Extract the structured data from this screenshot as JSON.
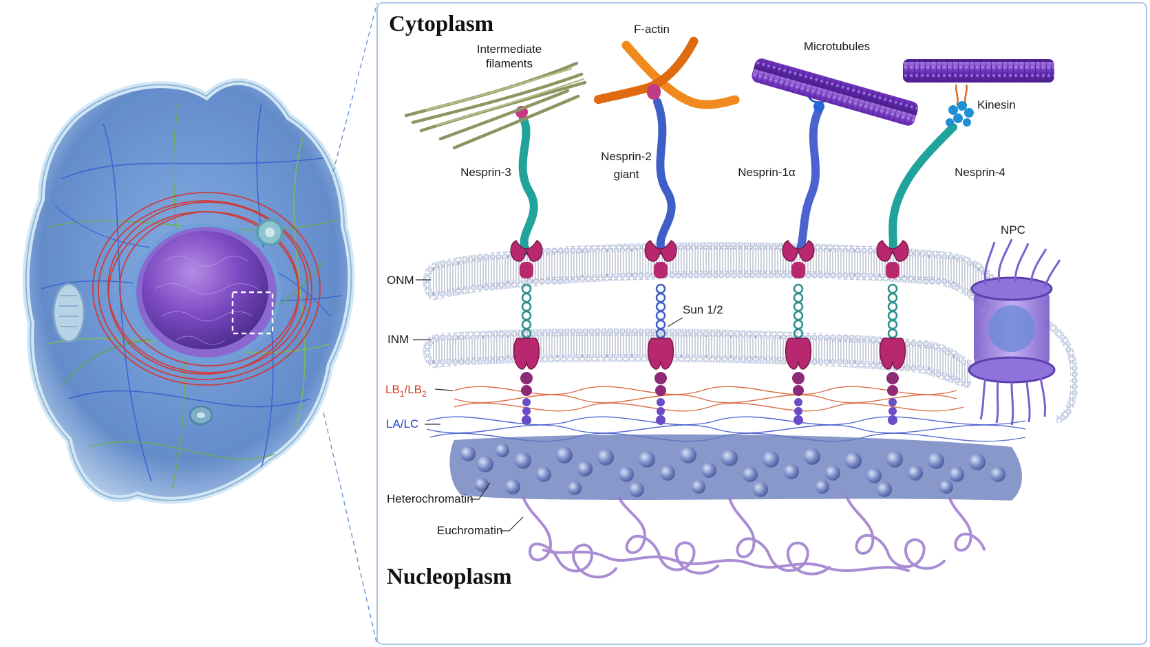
{
  "figure": {
    "headings": {
      "cytoplasm": "Cytoplasm",
      "nucleoplasm": "Nucleoplasm"
    },
    "cytoskeleton": {
      "intermediate_filaments": [
        "Intermediate",
        "filaments"
      ],
      "f_actin": "F-actin",
      "microtubules": "Microtubules",
      "kinesin": "Kinesin"
    },
    "nesprins": {
      "nesprin3": "Nesprin-3",
      "nesprin2": [
        "Nesprin-2",
        "giant"
      ],
      "nesprin1a": "Nesprin-1α",
      "nesprin4": "Nesprin-4"
    },
    "membranes": {
      "onm": "ONM",
      "inm": "INM",
      "npc": "NPC",
      "sun": "Sun 1/2"
    },
    "lamina": {
      "lb_a": "LB",
      "lb_sub1": "1",
      "lb_slash": "/LB",
      "lb_sub2": "2",
      "la_lc": "LA/LC"
    },
    "chromatin": {
      "heterochromatin": "Heterochromatin",
      "euchromatin": "Euchromatin"
    },
    "colors": {
      "nesprin_teal": "#1fa39a",
      "nesprin_blue": "#3f5fc8",
      "klsh_magenta": "#b8286e",
      "lamin_b": "#d8572a",
      "lamin_a": "#3650c8",
      "membrane": "#bcc6dc",
      "npc": "#8a66cc",
      "microtubule": "#7a3fc0",
      "actin": "#ff8c1a",
      "if": "#9aa06a"
    }
  }
}
